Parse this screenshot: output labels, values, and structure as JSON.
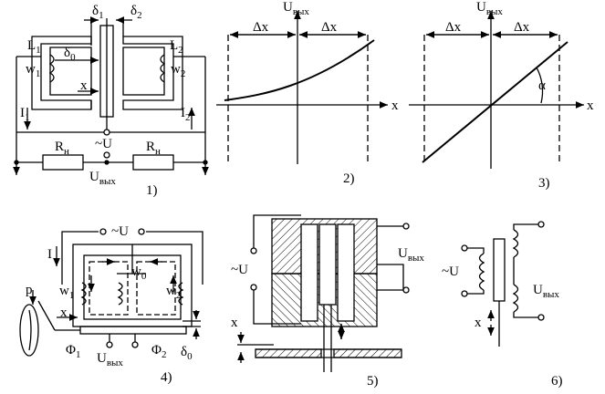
{
  "fig1": {
    "delta1": "δ",
    "delta1_sub": "1",
    "delta2": "δ",
    "delta2_sub": "2",
    "delta0": "δ",
    "delta0_sub": "0",
    "L1": "L",
    "L1_sub": "1",
    "L2": "L",
    "L2_sub": "2",
    "w1": "w",
    "w1_sub": "1",
    "w2": "w",
    "w2_sub": "2",
    "x": "x",
    "I1": "I",
    "I1_sub": "1",
    "I2": "I",
    "I2_sub": "2",
    "U": "~U",
    "Rn_left": "R",
    "Rn_left_sub": "н",
    "Rn_right": "R",
    "Rn_right_sub": "н",
    "Uout": "U",
    "Uout_sub": "вых",
    "caption": "1)"
  },
  "fig2": {
    "ylabel": "U",
    "ylabel_sub": "вых",
    "dx_left": "Δx",
    "dx_right": "Δx",
    "xlabel": "x",
    "caption": "2)"
  },
  "fig3": {
    "ylabel": "U",
    "ylabel_sub": "вых",
    "dx_left": "Δx",
    "dx_right": "Δx",
    "alpha": "α",
    "xlabel": "x",
    "caption": "3)"
  },
  "fig4": {
    "U": "~U",
    "I": "I",
    "w0": "w",
    "w0_sub": "0",
    "w1": "w",
    "w1_sub": "1",
    "w2": "w",
    "w2_sub": "2",
    "p": "p",
    "x": "x",
    "phi1": "Φ",
    "phi1_sub": "1",
    "phi2": "Φ",
    "phi2_sub": "2",
    "Uout": "U",
    "Uout_sub": "вых",
    "delta0": "δ",
    "delta0_sub": "0",
    "caption": "4)"
  },
  "fig5": {
    "U": "~U",
    "Uout": "U",
    "Uout_sub": "вых",
    "x": "x",
    "caption": "5)"
  },
  "fig6": {
    "U": "~U",
    "Uout": "U",
    "Uout_sub": "вых",
    "x": "x",
    "caption": "6)"
  }
}
